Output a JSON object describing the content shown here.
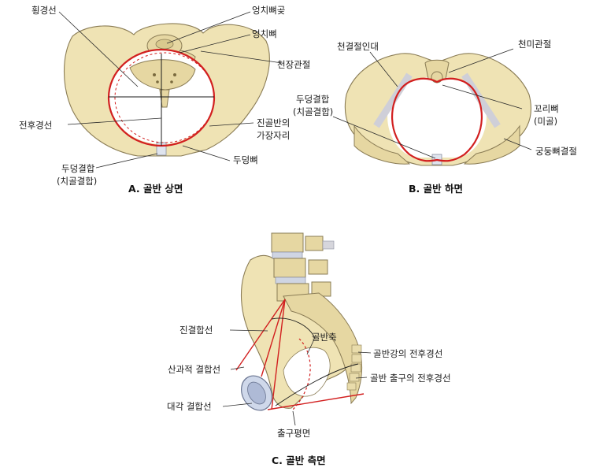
{
  "panel_a": {
    "caption": "A. 골반 상면",
    "labels": {
      "transverse": "횡경선",
      "sacral_promontory": "엉치뼈곶",
      "sacrum": "엉치뼈",
      "sacroiliac": "천장관절",
      "ap_diameter": "전후경선",
      "true_pelvis_edge_1": "진골반의",
      "true_pelvis_edge_2": "가장자리",
      "pubis": "두덩뼈",
      "symphysis_1": "두덩결합",
      "symphysis_2": "(치골결합)"
    }
  },
  "panel_b": {
    "caption": "B. 골반 하면",
    "labels": {
      "sacrotuberous": "천결절인대",
      "sacrococcygeal": "천미관절",
      "symphysis_1": "두덩결합",
      "symphysis_2": "(치골결합)",
      "coccyx_1": "꼬리뼈",
      "coccyx_2": "(미골)",
      "ischial_tuberosity": "궁둥뼈결절"
    }
  },
  "panel_c": {
    "caption": "C. 골반 측면",
    "labels": {
      "true_conjugate": "진결합선",
      "pelvic_axis": "골반축",
      "cavity_ap": "골반강의 전후경선",
      "obstetric_conjugate": "산과적 결합선",
      "outlet_ap": "골반 출구의 전후경선",
      "diagonal_conjugate": "대각 결합선",
      "outlet_plane": "출구평면"
    }
  }
}
